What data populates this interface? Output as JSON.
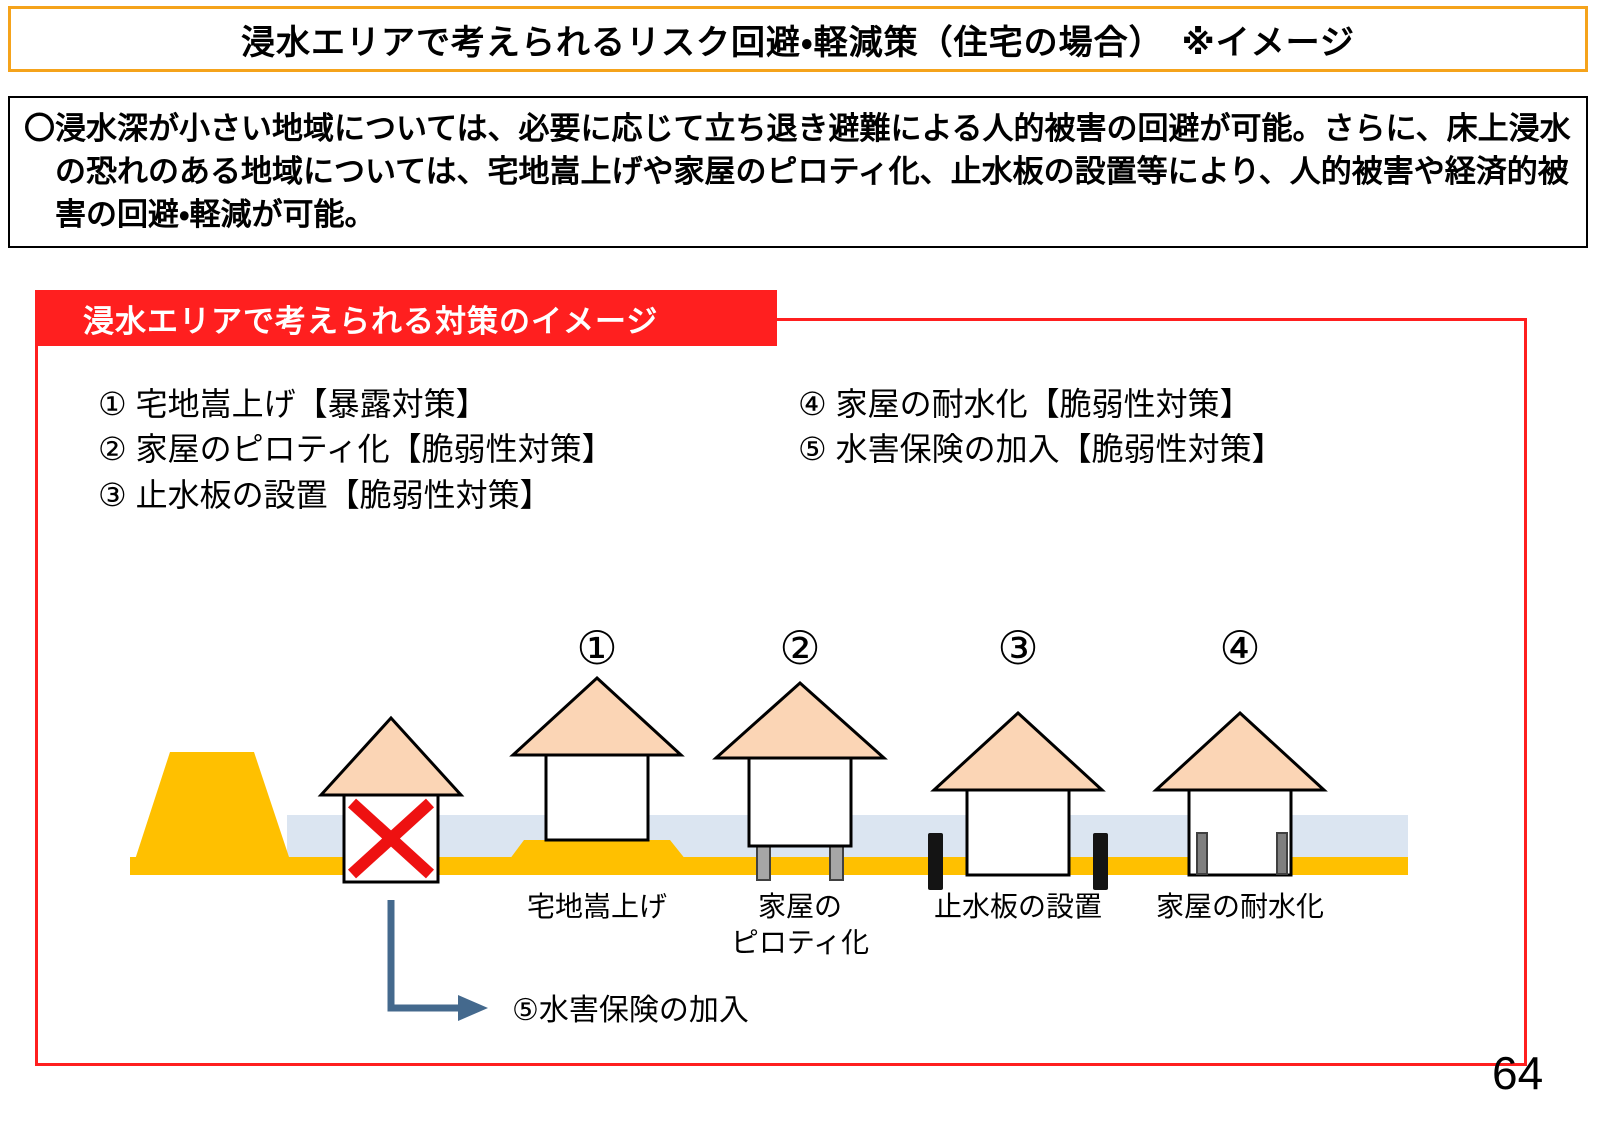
{
  "page": {
    "title": "浸水エリアで考えられるリスク回避・軽減策（住宅の場合）　※イメージ",
    "page_number": "64"
  },
  "summary": {
    "text": "〇浸水深が小さい地域については、必要に応じて立ち退き避難による人的被害の回避が可能。さらに、床上浸水の恐れのある地域については、宅地嵩上げや家屋のピロティ化、止水板の設置等により、人的被害や経済的被害の回避・軽減が可能。"
  },
  "measures_panel": {
    "header": "浸水エリアで考えられる対策のイメージ",
    "items": [
      {
        "label": "①  宅地嵩上げ【暴露対策】"
      },
      {
        "label": "②  家屋のピロティ化【脆弱性対策】"
      },
      {
        "label": "③  止水板の設置【脆弱性対策】"
      },
      {
        "label": "④  家屋の耐水化【脆弱性対策】"
      },
      {
        "label": "⑤  水害保険の加入【脆弱性対策】"
      }
    ]
  },
  "diagram": {
    "markers": {
      "m1": "①",
      "m2": "②",
      "m3": "③",
      "m4": "④"
    },
    "labels": {
      "raised": "宅地嵩上げ",
      "piloti_line1": "家屋の",
      "piloti_line2": "ピロティ化",
      "floodgate": "止水板の設置",
      "waterproof": "家屋の耐水化",
      "insurance": "⑤水害保険の加入"
    },
    "colors": {
      "ground_yellow": "#FFC000",
      "flood_water": "#DBE5F1",
      "roof_peach": "#FBD5B5",
      "cross_red": "#EE1111",
      "arrow_blue": "#44698D",
      "title_border_orange": "#F5A31B",
      "panel_red": "#FF1F1F"
    }
  }
}
